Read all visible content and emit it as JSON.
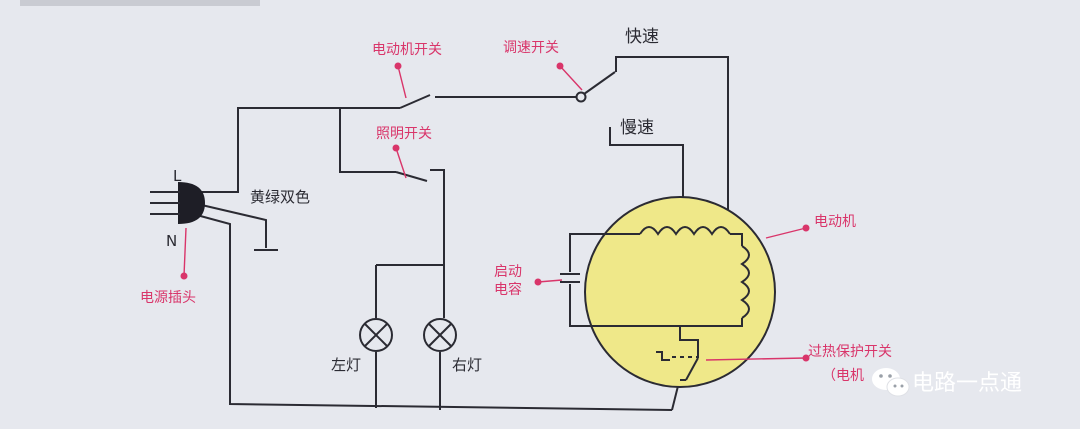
{
  "labels": {
    "motor_switch": "电动机开关",
    "speed_switch": "调速开关",
    "fast": "快速",
    "slow": "慢速",
    "light_switch": "照明开关",
    "terminal_l": "L",
    "terminal_n": "N",
    "ground": "黄绿双色",
    "power_plug": "电源插头",
    "left_lamp": "左灯",
    "right_lamp": "右灯",
    "start_cap_1": "启动",
    "start_cap_2": "电容",
    "motor": "电动机",
    "thermal_switch_1": "过热保护开关",
    "thermal_switch_2": "（电机"
  },
  "watermark": {
    "text": "电路一点通",
    "icon": "wechat-icon"
  },
  "colors": {
    "background": "#e6e8ee",
    "wire": "#2b2b33",
    "label_pink": "#d9356a",
    "motor_fill": "#efe889"
  }
}
